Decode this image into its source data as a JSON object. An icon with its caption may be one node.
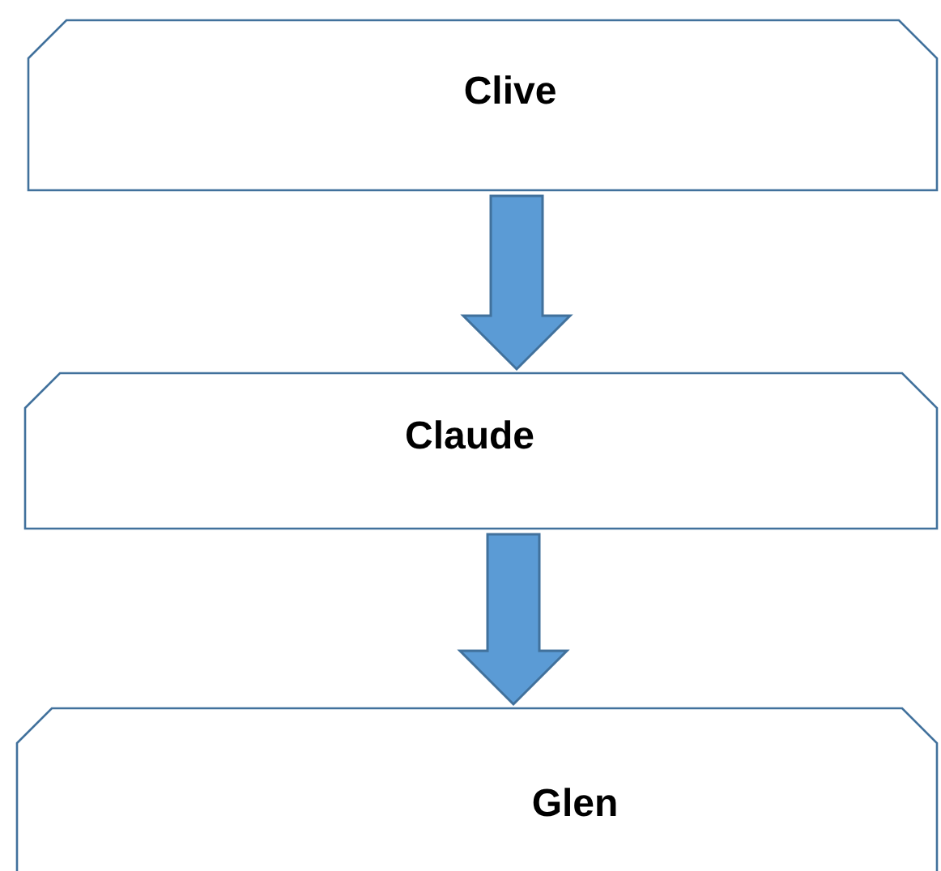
{
  "diagram": {
    "nodes": [
      {
        "text": [
          "Clive"
        ]
      },
      {
        "text": [
          "Claude"
        ]
      },
      {
        "text": [
          "Glen"
        ]
      }
    ],
    "edges": [
      {
        "from": 0,
        "to": 1,
        "arrow": "to"
      },
      {
        "from": 1,
        "to": 2,
        "arrow": "to"
      }
    ]
  }
}
